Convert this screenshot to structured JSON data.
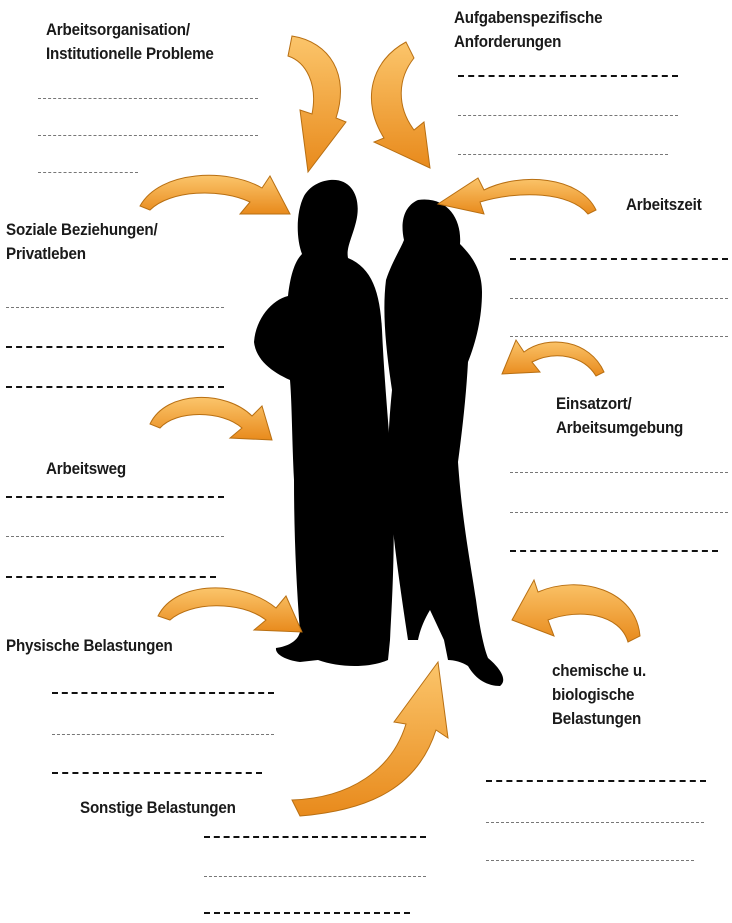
{
  "labels": {
    "arbeitsorganisation": [
      "Arbeitsorganisation/",
      "Institutionelle Probleme"
    ],
    "aufgaben": [
      "Aufgabenspezifische",
      "Anforderungen"
    ],
    "arbeitszeit": [
      "Arbeitszeit"
    ],
    "soziale": [
      "Soziale Beziehungen/",
      "Privatleben"
    ],
    "einsatzort": [
      "Einsatzort/",
      "Arbeitsumgebung"
    ],
    "arbeitsweg": [
      "Arbeitsweg"
    ],
    "physische": [
      "Physische Belastungen"
    ],
    "chemische": [
      "chemische u.",
      "biologische",
      "Belastungen"
    ],
    "sonstige": [
      "Sonstige Belastungen"
    ]
  },
  "colors": {
    "arrow_fill": "#f5a533",
    "arrow_stroke": "#b86f12",
    "silhouette": "#000000",
    "text": "#1a1a1a"
  }
}
